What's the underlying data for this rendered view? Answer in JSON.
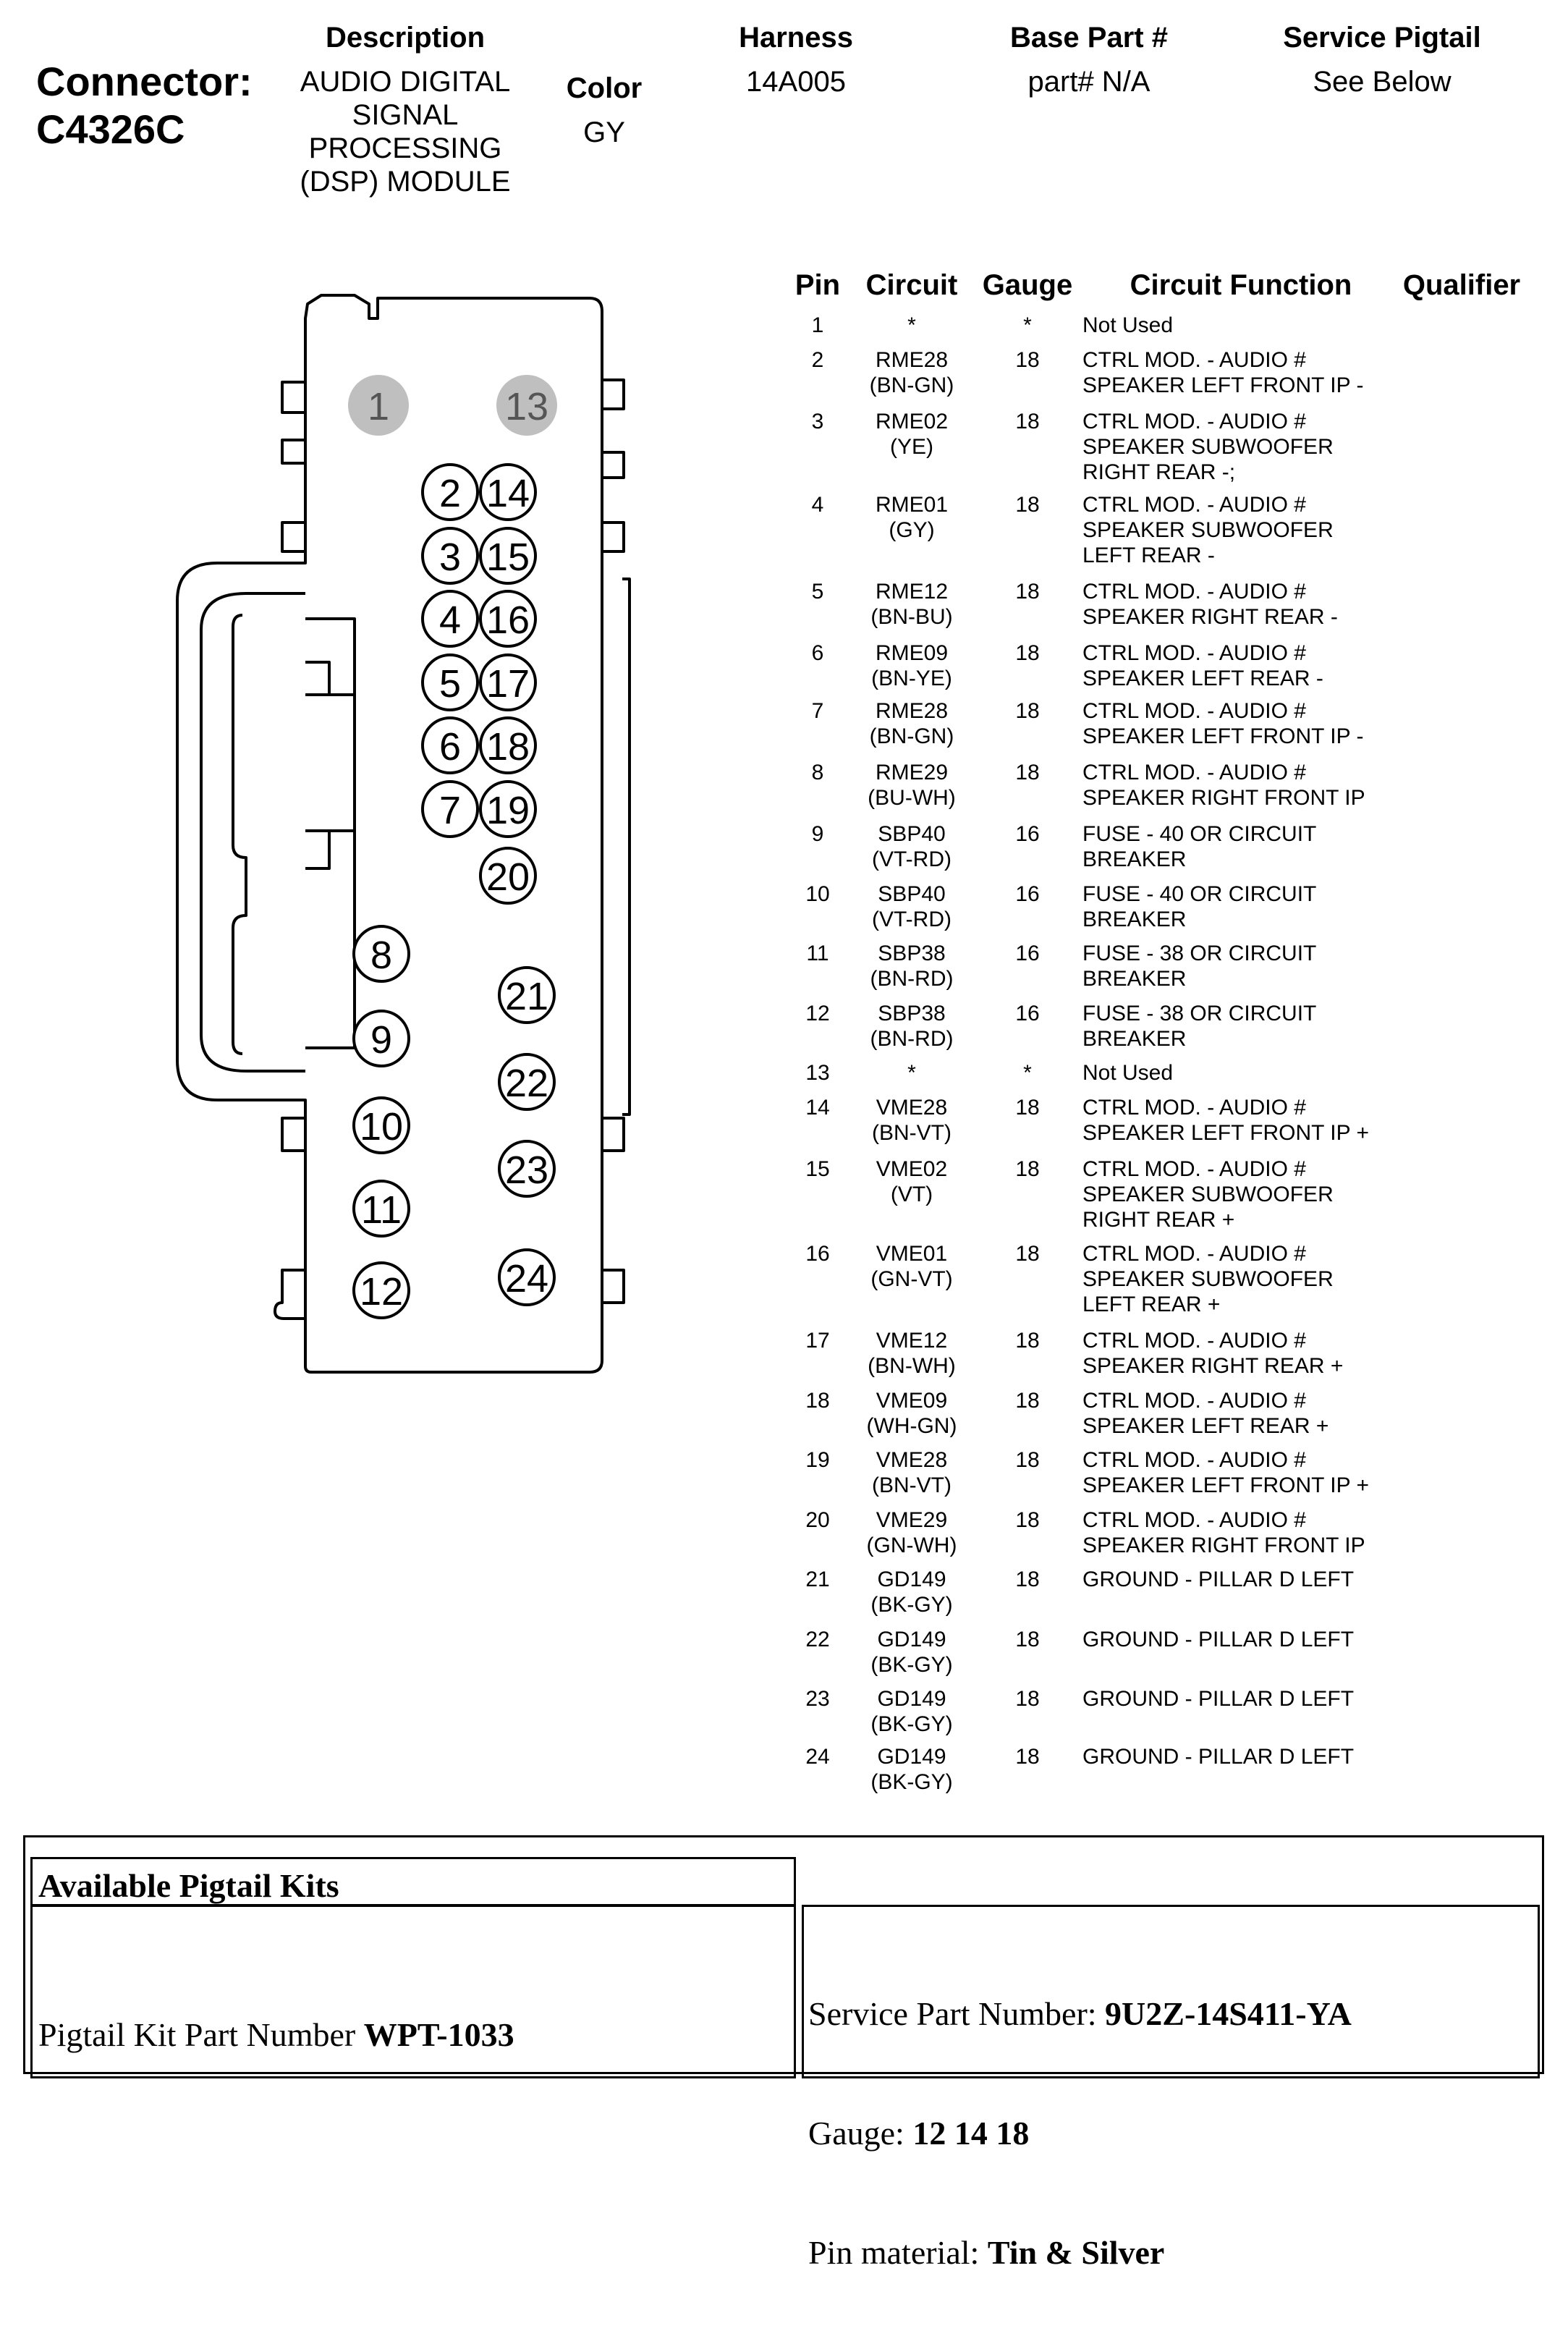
{
  "connector": {
    "label": "Connector:",
    "id": "C4326C"
  },
  "header": {
    "description": {
      "label": "Description",
      "value": "AUDIO DIGITAL\nSIGNAL\nPROCESSING\n(DSP) MODULE"
    },
    "color": {
      "label": "Color",
      "value": "GY"
    },
    "harness": {
      "label": "Harness",
      "value": "14A005"
    },
    "base_part": {
      "label": "Base Part #",
      "value": "part# N/A"
    },
    "service_pigtail": {
      "label": "Service Pigtail",
      "value": "See Below"
    }
  },
  "table": {
    "columns": [
      "Pin",
      "Circuit",
      "Gauge",
      "Circuit Function",
      "Qualifier"
    ],
    "rows": [
      {
        "pin": "1",
        "circuit": "*",
        "gauge": "*",
        "function": "Not Used",
        "qualifier": ""
      },
      {
        "pin": "2",
        "circuit": "RME28\n(BN-GN)",
        "gauge": "18",
        "function": "CTRL MOD. - AUDIO #\nSPEAKER LEFT FRONT IP -",
        "qualifier": ""
      },
      {
        "pin": "3",
        "circuit": "RME02\n(YE)",
        "gauge": "18",
        "function": "CTRL MOD. - AUDIO #\nSPEAKER SUBWOOFER\nRIGHT REAR -;",
        "qualifier": ""
      },
      {
        "pin": "4",
        "circuit": "RME01\n(GY)",
        "gauge": "18",
        "function": "CTRL MOD. - AUDIO #\nSPEAKER SUBWOOFER\nLEFT REAR -",
        "qualifier": ""
      },
      {
        "pin": "5",
        "circuit": "RME12\n(BN-BU)",
        "gauge": "18",
        "function": "CTRL MOD. - AUDIO #\nSPEAKER RIGHT REAR -",
        "qualifier": ""
      },
      {
        "pin": "6",
        "circuit": "RME09\n(BN-YE)",
        "gauge": "18",
        "function": "CTRL MOD. - AUDIO #\nSPEAKER LEFT REAR -",
        "qualifier": ""
      },
      {
        "pin": "7",
        "circuit": "RME28\n(BN-GN)",
        "gauge": "18",
        "function": "CTRL MOD. - AUDIO #\nSPEAKER LEFT FRONT IP -",
        "qualifier": ""
      },
      {
        "pin": "8",
        "circuit": "RME29\n(BU-WH)",
        "gauge": "18",
        "function": "CTRL MOD. - AUDIO #\nSPEAKER RIGHT FRONT IP",
        "qualifier": ""
      },
      {
        "pin": "9",
        "circuit": "SBP40\n(VT-RD)",
        "gauge": "16",
        "function": "FUSE - 40 OR CIRCUIT\nBREAKER",
        "qualifier": ""
      },
      {
        "pin": "10",
        "circuit": "SBP40\n(VT-RD)",
        "gauge": "16",
        "function": "FUSE - 40 OR CIRCUIT\nBREAKER",
        "qualifier": ""
      },
      {
        "pin": "11",
        "circuit": "SBP38\n(BN-RD)",
        "gauge": "16",
        "function": "FUSE - 38 OR CIRCUIT\nBREAKER",
        "qualifier": ""
      },
      {
        "pin": "12",
        "circuit": "SBP38\n(BN-RD)",
        "gauge": "16",
        "function": "FUSE - 38 OR CIRCUIT\nBREAKER",
        "qualifier": ""
      },
      {
        "pin": "13",
        "circuit": "*",
        "gauge": "*",
        "function": "Not Used",
        "qualifier": ""
      },
      {
        "pin": "14",
        "circuit": "VME28\n(BN-VT)",
        "gauge": "18",
        "function": "CTRL MOD. - AUDIO #\nSPEAKER LEFT FRONT IP +",
        "qualifier": ""
      },
      {
        "pin": "15",
        "circuit": "VME02\n(VT)",
        "gauge": "18",
        "function": "CTRL MOD. - AUDIO #\nSPEAKER SUBWOOFER\nRIGHT REAR +",
        "qualifier": ""
      },
      {
        "pin": "16",
        "circuit": "VME01\n(GN-VT)",
        "gauge": "18",
        "function": "CTRL MOD. - AUDIO #\nSPEAKER SUBWOOFER\nLEFT REAR +",
        "qualifier": ""
      },
      {
        "pin": "17",
        "circuit": "VME12\n(BN-WH)",
        "gauge": "18",
        "function": "CTRL MOD. - AUDIO #\nSPEAKER RIGHT REAR +",
        "qualifier": ""
      },
      {
        "pin": "18",
        "circuit": "VME09\n(WH-GN)",
        "gauge": "18",
        "function": "CTRL MOD. - AUDIO #\nSPEAKER LEFT REAR +",
        "qualifier": ""
      },
      {
        "pin": "19",
        "circuit": "VME28\n(BN-VT)",
        "gauge": "18",
        "function": "CTRL MOD. - AUDIO #\nSPEAKER LEFT FRONT IP +",
        "qualifier": ""
      },
      {
        "pin": "20",
        "circuit": "VME29\n(GN-WH)",
        "gauge": "18",
        "function": "CTRL MOD. - AUDIO #\nSPEAKER RIGHT FRONT IP",
        "qualifier": ""
      },
      {
        "pin": "21",
        "circuit": "GD149\n(BK-GY)",
        "gauge": "18",
        "function": "GROUND - PILLAR D LEFT",
        "qualifier": ""
      },
      {
        "pin": "22",
        "circuit": "GD149\n(BK-GY)",
        "gauge": "18",
        "function": "GROUND - PILLAR D LEFT",
        "qualifier": ""
      },
      {
        "pin": "23",
        "circuit": "GD149\n(BK-GY)",
        "gauge": "18",
        "function": "GROUND - PILLAR D LEFT",
        "qualifier": ""
      },
      {
        "pin": "24",
        "circuit": "GD149\n(BK-GY)",
        "gauge": "18",
        "function": "GROUND - PILLAR D LEFT",
        "qualifier": ""
      }
    ]
  },
  "diagram": {
    "unused_pins": [
      "1",
      "13"
    ],
    "unused_pin_color": "#bfbfbf"
  },
  "pigtail": {
    "available_label": "Available Pigtail Kits",
    "kit_label": "Pigtail Kit Part Number ",
    "kit_value": "WPT-1033",
    "service_part_label": "Service Part Number: ",
    "service_part_value": "9U2Z-14S411-YA",
    "gauge_label": "Gauge: ",
    "gauge_value": "12 14 18",
    "pin_material_label": "Pin material: ",
    "pin_material_value": "Tin & Silver"
  }
}
